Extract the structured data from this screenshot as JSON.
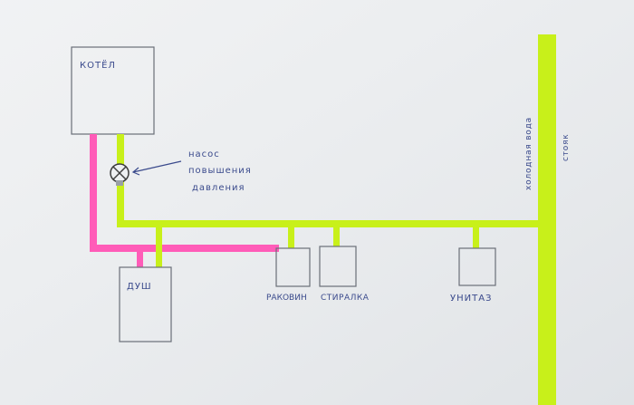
{
  "colors": {
    "paper": "#eceef0",
    "ink": "#3a4a8c",
    "cold_pipe": "#c8f01a",
    "hot_pipe": "#ff5cb8",
    "box_stroke": "#6a6f78"
  },
  "labels": {
    "boiler": "КОТЁЛ",
    "pump_line1": "насос",
    "pump_line2": "повышения",
    "pump_line3": "давления",
    "shower": "ДУШ",
    "sink": "РАКОВИН",
    "washer": "СТИРАЛКА",
    "toilet": "УНИТАЗ",
    "cold_water": "холодная вода",
    "riser": "стояк"
  },
  "icons": {
    "pump": "pump-valve-icon",
    "arrow": "pointer-arrow-icon"
  }
}
